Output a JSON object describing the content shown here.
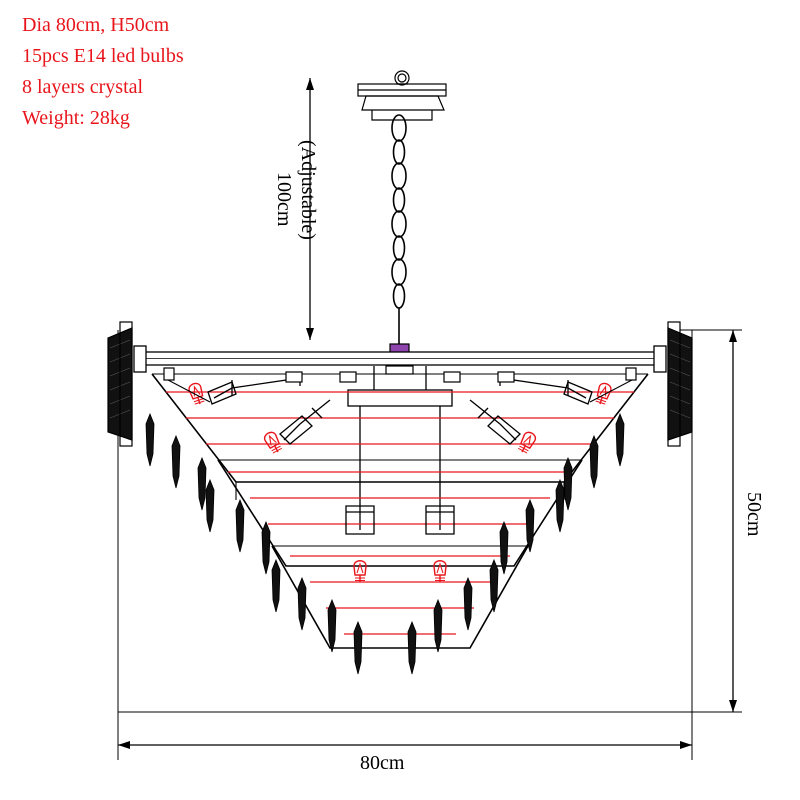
{
  "product_spec": {
    "lines": [
      "Dia 80cm, H50cm",
      "15pcs E14 led bulbs",
      "8 layers crystal",
      "Weight: 28kg"
    ],
    "text_color": "#e8161c"
  },
  "dimensions": {
    "drop_height": "100cm",
    "drop_height_note": "(Adjustable)",
    "fixture_height": "50cm",
    "diameter": "80cm"
  },
  "drawing": {
    "title": "crystal-chandelier-dimension-drawing",
    "line_color": "#000000",
    "accent_color": "#e8161c",
    "bulb_count_visible": 15,
    "crystal_layers": 8
  }
}
